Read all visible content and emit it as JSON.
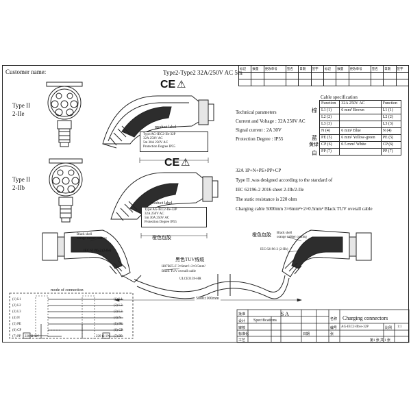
{
  "header": {
    "customer_label": "Customer name:",
    "title": "Type2-Type2 32A/250V AC  5m"
  },
  "revision_table": {
    "headers": [
      "标记",
      "数量",
      "更改单号",
      "签名",
      "日期",
      "签字",
      "标记",
      "数量",
      "更改单号",
      "签名",
      "日期",
      "签字"
    ]
  },
  "views": {
    "type_iie": [
      "Type II",
      "2-IIe"
    ],
    "type_iib": [
      "Type II",
      "2-IIb"
    ]
  },
  "certs": {
    "ce": "CE",
    "warning": "⚠"
  },
  "product_label": {
    "caption": "product label",
    "lines": [
      "Type:AG-IEC2-IIe-32P",
      "32A 250V AC",
      "5m 30A 250V AC",
      "Protection Degree IP55"
    ]
  },
  "technical": {
    "title": "Technical parameters",
    "current_voltage": "Current and Voltage : 32A 250V AC",
    "signal_current": "Signal current : 2A  30V",
    "protection": "Protection Degree : IP55"
  },
  "spec_notes": {
    "pinout": "32A 1P+N+PE+PP+CP",
    "standard_1": "Type II ,was designed according to the standard of",
    "standard_2": "IEC 62196-2 2016 sheet 2-IIb/2-IIe",
    "resistance": "The static resistance is 220 ohm",
    "cable": "Charging cable 5000mm  3×6mm²+2×0.5mm² Black TUV overall cable"
  },
  "cable_spec": {
    "title": "Cable specification",
    "side_labels": [
      "棕",
      "蓝",
      "黄绿",
      "白"
    ],
    "headers": [
      "Function",
      "32A 250V AC",
      "Function"
    ],
    "rows": [
      [
        "L1 (1)",
        "6 mm² Brown",
        "L1 (1)"
      ],
      [
        "L2 (2)",
        "",
        "L2 (2)"
      ],
      [
        "L3 (3)",
        "",
        "L3 (3)"
      ],
      [
        "N (4)",
        "6 mm² Blue",
        "N (4)"
      ],
      [
        "PE (5)",
        "6 mm² Yellow-green",
        "PE (5)"
      ],
      [
        "CP (6)",
        "0.5 mm² White",
        "CP (6)"
      ],
      [
        "PP (7)",
        "",
        "PP (7)"
      ]
    ]
  },
  "annotations": {
    "shell_left": "Black shell",
    "rubber_left": "orange rubber coating",
    "color_left": "橙色包胶",
    "iec_left": "IEC 62196-2 (2-IIe)",
    "cable_cn": "黑色TUV线缆",
    "cable_spec": "H07BZ5-F 3×6mm²+2×0.5mm²",
    "cable_en": "Black TUV overall cable",
    "cable_code": "ULCE3159-HR",
    "shell_right": "Black shell",
    "rubber_right": "orange rubber coating",
    "color_right": "橙色包胶",
    "iec_right": "IEC 62196-2 (2-IIb)",
    "length": "5000±100mm"
  },
  "connection": {
    "title": "mode of connection",
    "left_pins": [
      "(1) L1",
      "(2) L2",
      "(3) L3",
      "(4) N",
      "(5) PE",
      "(6) CP",
      "(7) PP"
    ],
    "right_pins": [
      "(1) L1",
      "(2) L2",
      "(3) L3",
      "(4) N",
      "(5) PE",
      "(6) CP",
      "(7) PP"
    ],
    "res_left": "220 Ω  1W",
    "res_right": "220 Ω  1W"
  },
  "title_block": {
    "sa": "S A",
    "approve": "批准",
    "design": "设计",
    "check": "审核",
    "standard": "标准化",
    "process": "工艺",
    "date": "日期",
    "spec": "Specifications",
    "name_label": "名称",
    "name_value": "Charging connectors",
    "code_label": "编号",
    "code_value": "AG-IEC2-IIb/e-32P",
    "scale_label": "比例",
    "scale_value": "1:1",
    "sheet_label": "张",
    "sheet_value": "第1 张 共 1 张"
  }
}
